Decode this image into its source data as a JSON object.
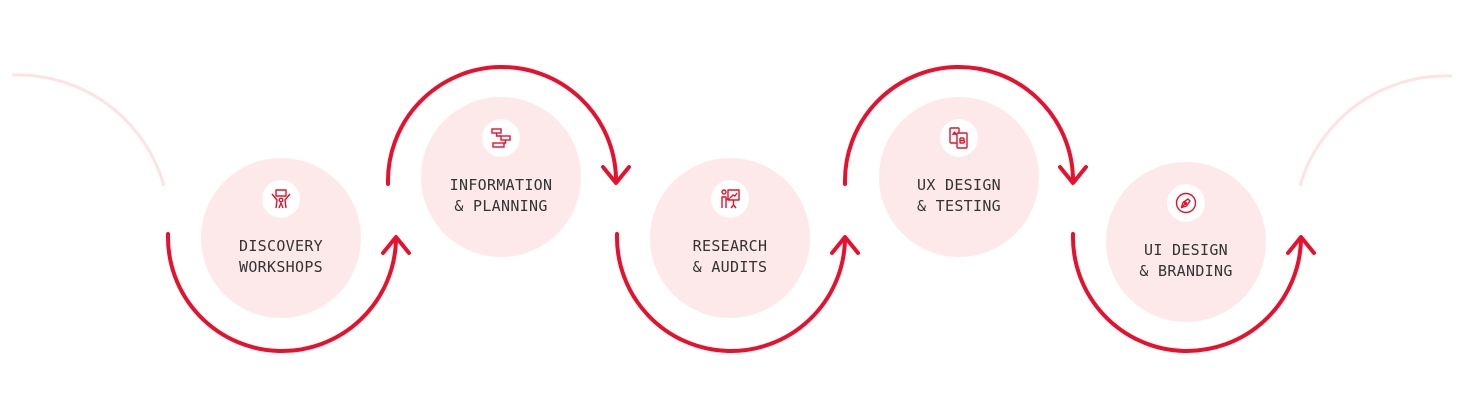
{
  "colors": {
    "accent": "#e8112d",
    "faint_arc": "#fde3e3",
    "circle_fill": "#fde9e9",
    "text": "#333333"
  },
  "steps": [
    {
      "line1": "DISCOVERY",
      "line2": "WORKSHOPS",
      "icon": "workshop-icon"
    },
    {
      "line1": "INFORMATION",
      "line2": "& PLANNING",
      "icon": "planning-flow-icon"
    },
    {
      "line1": "RESEARCH",
      "line2": "& AUDITS",
      "icon": "presentation-chart-icon"
    },
    {
      "line1": "UX DESIGN",
      "line2": "& TESTING",
      "icon": "mobile-devices-icon"
    },
    {
      "line1": "UI DESIGN",
      "line2": "& BRANDING",
      "icon": "pen-nib-icon"
    }
  ]
}
